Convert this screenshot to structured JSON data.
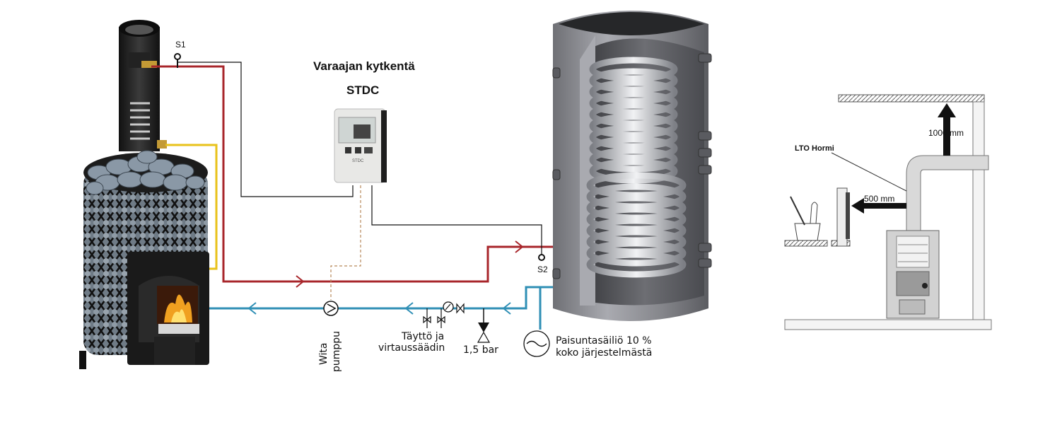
{
  "diagram": {
    "title_line1": "Varaajan kytkentä",
    "title_line2": "STDC",
    "sensor_s1": "S1",
    "sensor_s2": "S2",
    "pump_line1": "Wita",
    "pump_line2": "pumppu",
    "fill_line1": "Täyttö ja",
    "fill_line2": "virtaussäädin",
    "valve_pressure": "1,5 bar",
    "expansion_line1": "Paisuntasäiliö 10 %",
    "expansion_line2": "koko järjestelmästä",
    "controller_brand": "STDC"
  },
  "installation": {
    "chimney_label": "LTO Hormi",
    "dim_vertical": "1000 mm",
    "dim_horizontal": "500 mm"
  },
  "colors": {
    "hot_pipe": "#a8262b",
    "cold_pipe": "#2f8fb5",
    "flow_pipe": "#e8c21a",
    "signal_wire": "#111111",
    "power_wire": "#b8895a"
  }
}
